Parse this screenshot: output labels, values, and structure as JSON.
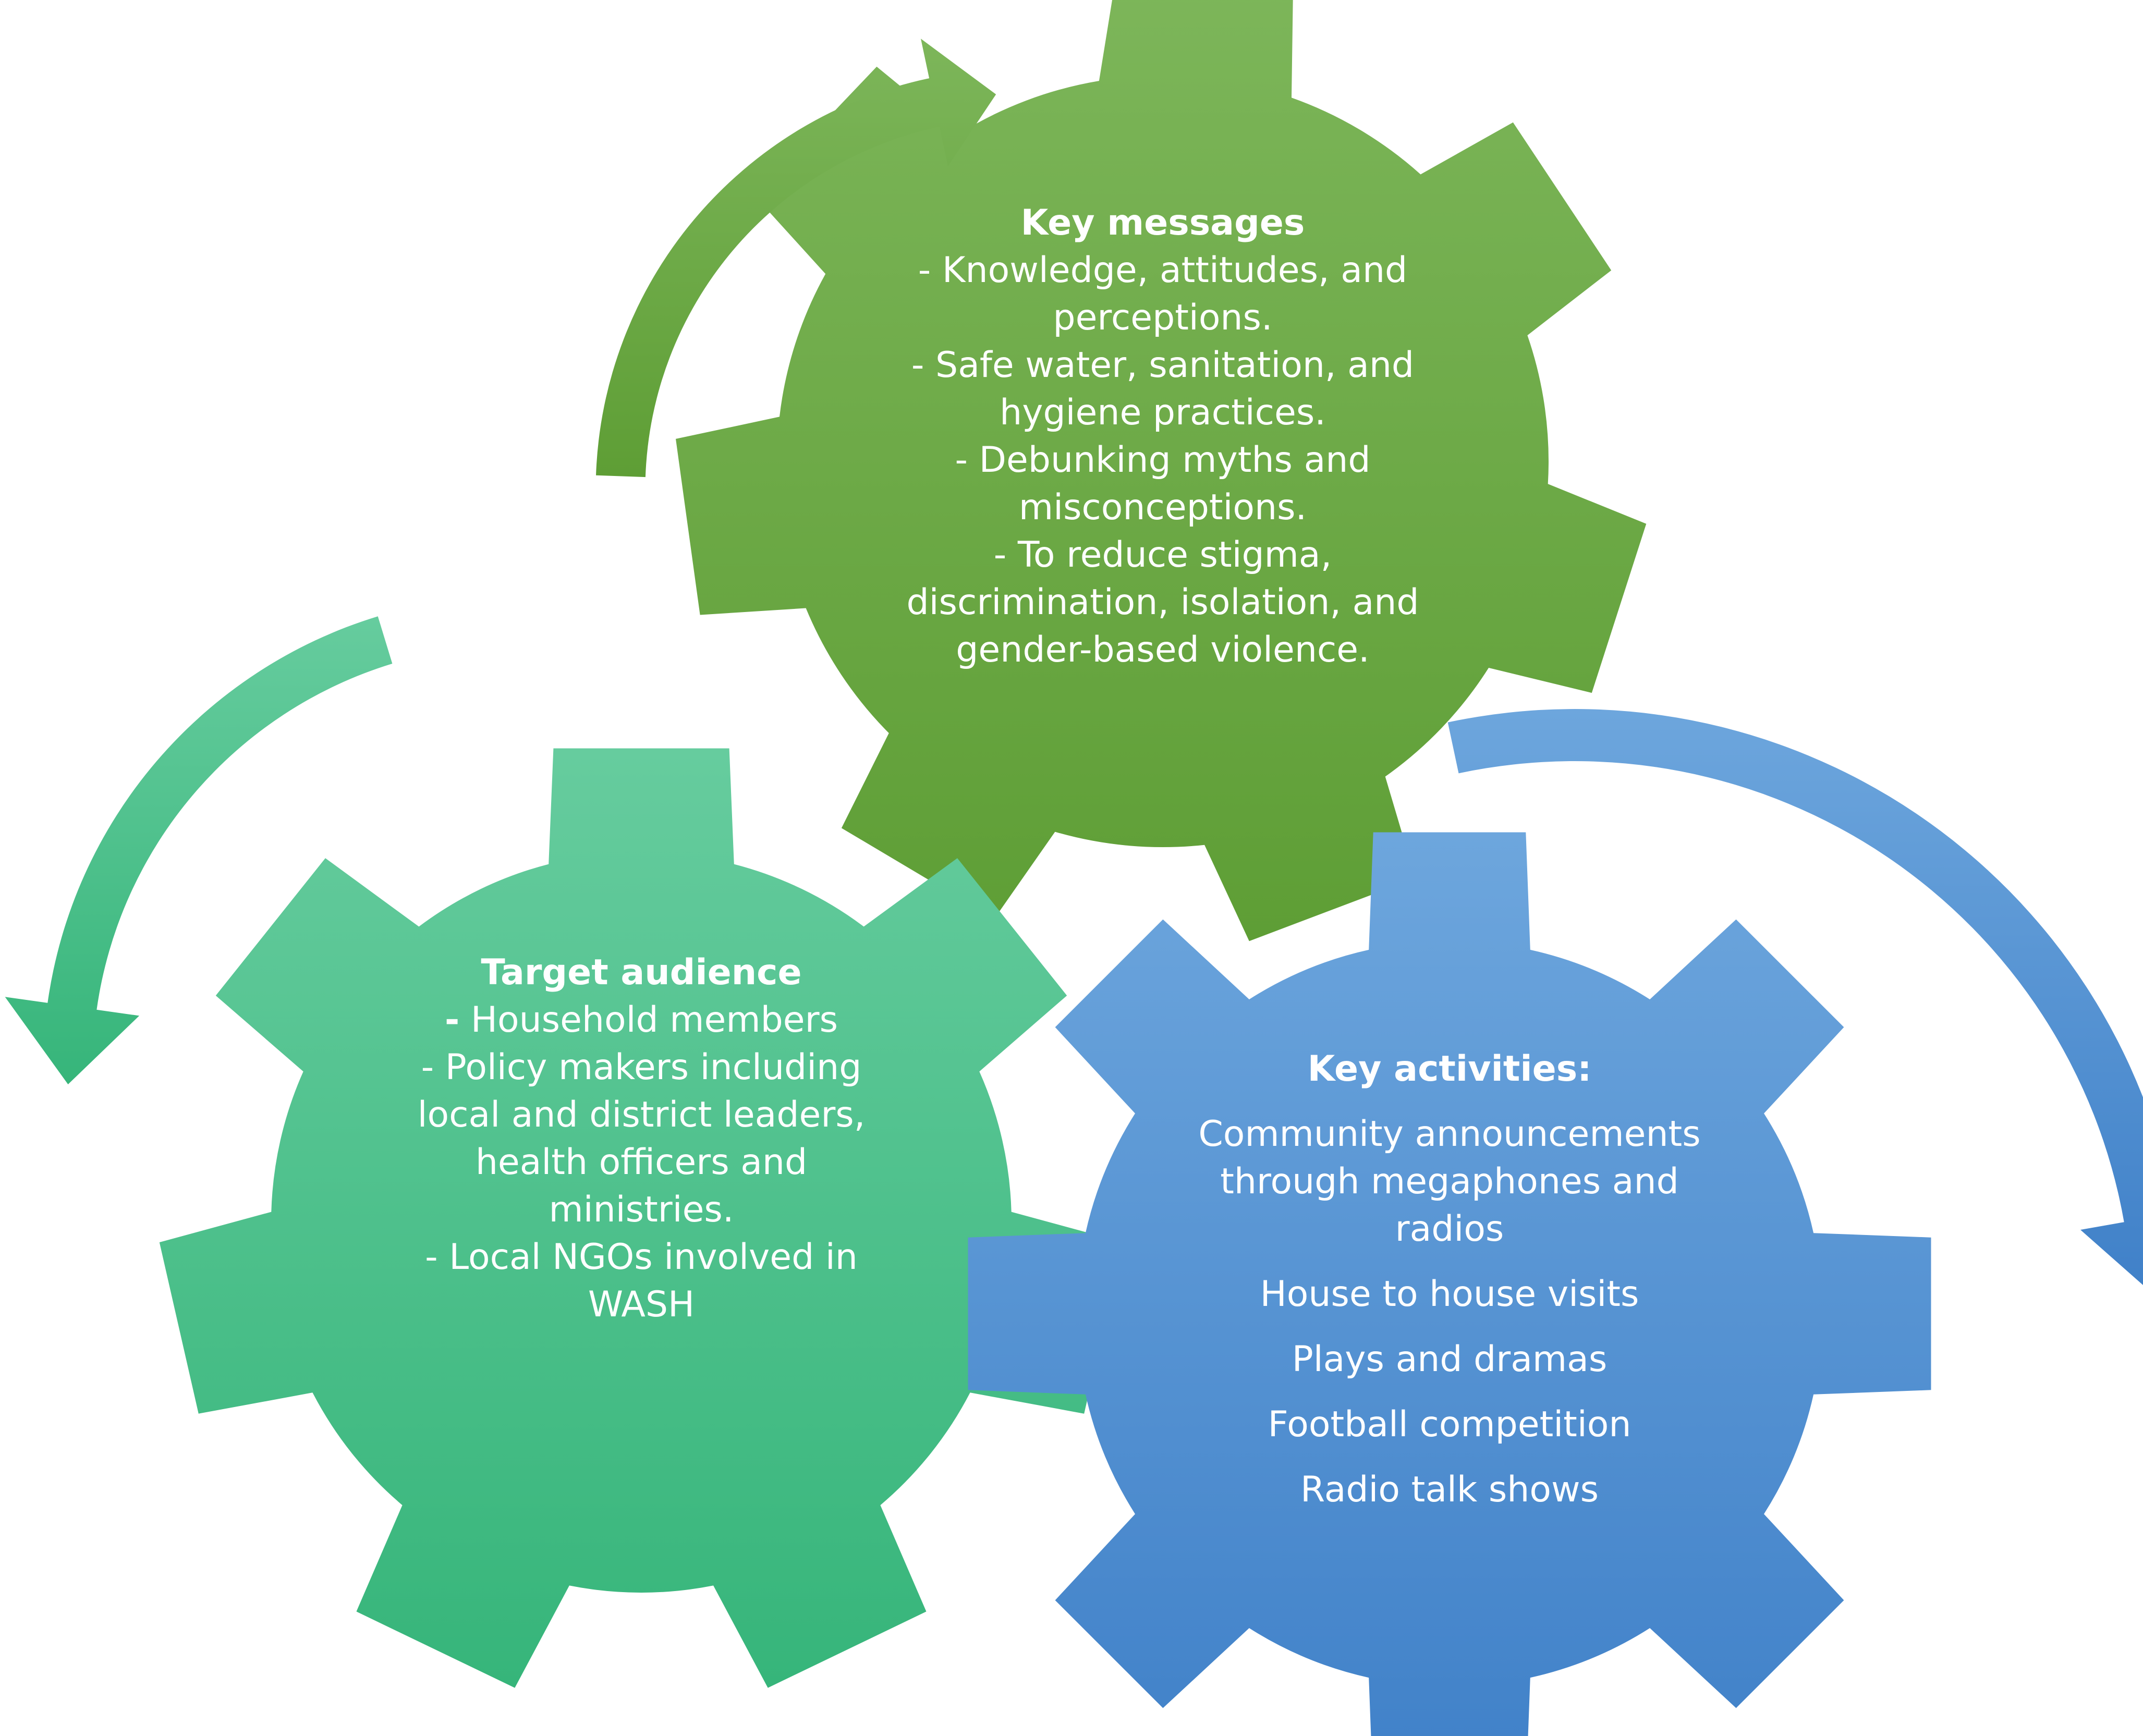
{
  "colors": {
    "green_top": "#7DB65A",
    "green_bottom": "#5E9E35",
    "teal_top": "#66CC9E",
    "teal_bottom": "#36B57A",
    "blue_top": "#6DA6DD",
    "blue_bottom": "#3F80C8"
  },
  "gears": {
    "messages": {
      "title": "Key messages",
      "lines": [
        "- Knowledge, attitudes, and",
        "perceptions.",
        "- Safe water, sanitation, and",
        "hygiene practices.",
        "- Debunking myths and",
        "misconceptions.",
        "- To reduce stigma,",
        "discrimination, isolation, and",
        "gender-based violence."
      ]
    },
    "audience": {
      "title": "Target audience",
      "first_dash": "-",
      "first_text": " Household members",
      "lines": [
        "- Policy makers including",
        "local and district leaders,",
        "health officers and",
        "ministries.",
        "- Local NGOs involved in",
        "WASH"
      ]
    },
    "activities": {
      "title": "Key activities:",
      "announcement_lines": [
        "Community announcements",
        "through megaphones and",
        "radios"
      ],
      "items": [
        "House to house visits",
        "Plays and dramas",
        "Football competition",
        "Radio talk shows"
      ]
    }
  },
  "arrows": [
    {
      "name": "green-cycle-arrow",
      "color": "green"
    },
    {
      "name": "teal-cycle-arrow",
      "color": "teal"
    },
    {
      "name": "blue-cycle-arrow",
      "color": "blue"
    }
  ]
}
